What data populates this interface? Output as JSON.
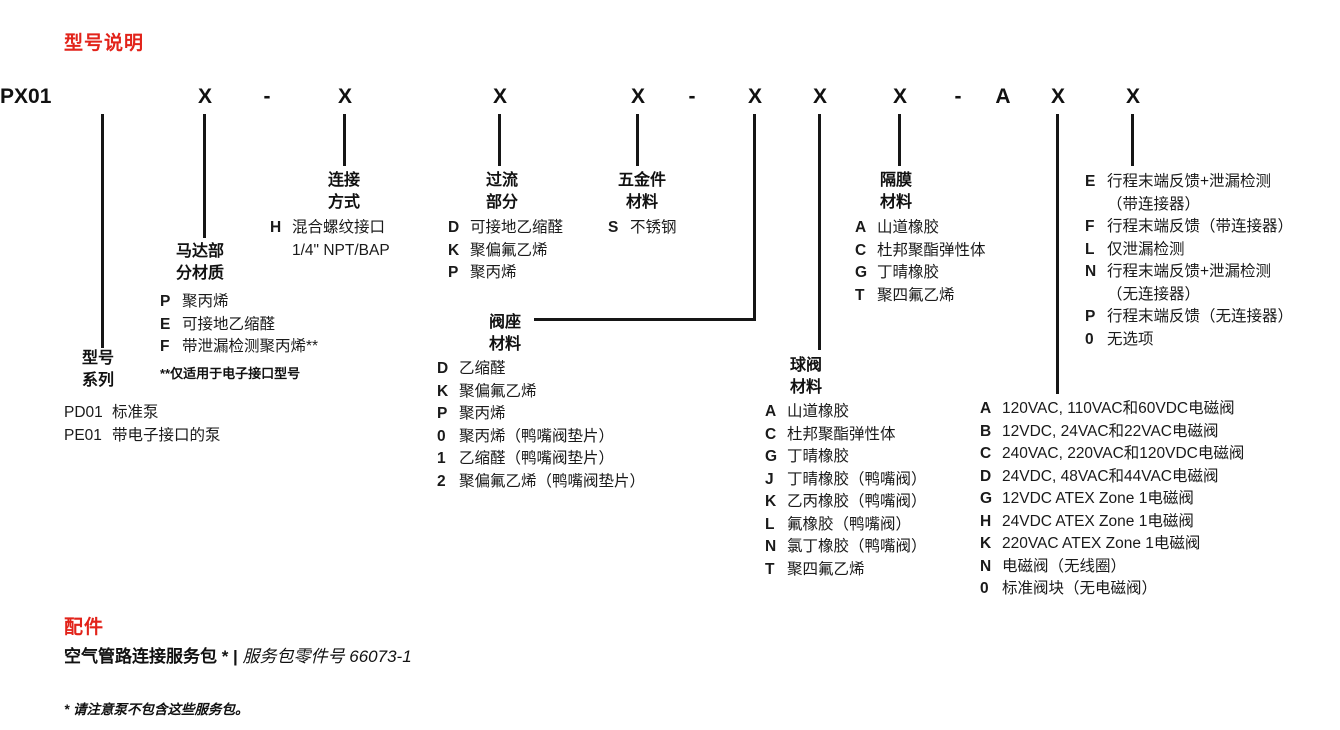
{
  "colors": {
    "accent": "#e2231a",
    "line": "#161616"
  },
  "title": "型号说明",
  "model_code": {
    "prefix": "PX01",
    "chars": [
      "X",
      "-",
      "X",
      "X",
      "X",
      "-",
      "X",
      "X",
      "X",
      "-",
      "A",
      "X",
      "X"
    ]
  },
  "sections": {
    "series": {
      "heading": "型号\n系列",
      "items": [
        {
          "code": "PD01",
          "label": "标准泵"
        },
        {
          "code": "PE01",
          "label": "带电子接口的泵"
        }
      ]
    },
    "motor": {
      "heading": "马达部\n分材质",
      "items": [
        {
          "code": "P",
          "label": "聚丙烯"
        },
        {
          "code": "E",
          "label": "可接地乙缩醛"
        },
        {
          "code": "F",
          "label": "带泄漏检测聚丙烯**"
        }
      ],
      "note": "**仅适用于电子接口型号"
    },
    "connection": {
      "heading": "连接\n方式",
      "items": [
        {
          "code": "H",
          "label": "混合螺纹接口\n1/4\" NPT/BAP"
        }
      ]
    },
    "wetted": {
      "heading": "过流\n部分",
      "items": [
        {
          "code": "D",
          "label": "可接地乙缩醛"
        },
        {
          "code": "K",
          "label": "聚偏氟乙烯"
        },
        {
          "code": "P",
          "label": "聚丙烯"
        }
      ]
    },
    "hardware": {
      "heading": "五金件\n材料",
      "items": [
        {
          "code": "S",
          "label": "不锈钢"
        }
      ]
    },
    "valve_seat": {
      "heading": "阀座\n材料",
      "items": [
        {
          "code": "D",
          "label": "乙缩醛"
        },
        {
          "code": "K",
          "label": "聚偏氟乙烯"
        },
        {
          "code": "P",
          "label": "聚丙烯"
        },
        {
          "code": "0",
          "label": "聚丙烯（鸭嘴阀垫片）"
        },
        {
          "code": "1",
          "label": "乙缩醛（鸭嘴阀垫片）"
        },
        {
          "code": "2",
          "label": "聚偏氟乙烯（鸭嘴阀垫片）"
        }
      ]
    },
    "ball": {
      "heading": "球阀\n材料",
      "items": [
        {
          "code": "A",
          "label": "山道橡胶"
        },
        {
          "code": "C",
          "label": "杜邦聚酯弹性体"
        },
        {
          "code": "G",
          "label": "丁晴橡胶"
        },
        {
          "code": "J",
          "label": "丁晴橡胶（鸭嘴阀）"
        },
        {
          "code": "K",
          "label": "乙丙橡胶（鸭嘴阀）"
        },
        {
          "code": "L",
          "label": "氟橡胶（鸭嘴阀）"
        },
        {
          "code": "N",
          "label": "氯丁橡胶（鸭嘴阀）"
        },
        {
          "code": "T",
          "label": "聚四氟乙烯"
        }
      ]
    },
    "diaphragm": {
      "heading": "隔膜\n材料",
      "items": [
        {
          "code": "A",
          "label": "山道橡胶"
        },
        {
          "code": "C",
          "label": "杜邦聚酯弹性体"
        },
        {
          "code": "G",
          "label": "丁晴橡胶"
        },
        {
          "code": "T",
          "label": "聚四氟乙烯"
        }
      ]
    },
    "solenoid": {
      "items": [
        {
          "code": "A",
          "label": "120VAC, 110VAC和60VDC电磁阀"
        },
        {
          "code": "B",
          "label": "12VDC, 24VAC和22VAC电磁阀"
        },
        {
          "code": "C",
          "label": "240VAC, 220VAC和120VDC电磁阀"
        },
        {
          "code": "D",
          "label": "24VDC, 48VAC和44VAC电磁阀"
        },
        {
          "code": "G",
          "label": "12VDC ATEX Zone 1电磁阀"
        },
        {
          "code": "H",
          "label": "24VDC ATEX Zone 1电磁阀"
        },
        {
          "code": "K",
          "label": "220VAC ATEX Zone 1电磁阀"
        },
        {
          "code": "N",
          "label": "电磁阀（无线圈）"
        },
        {
          "code": "0",
          "label": "标准阀块（无电磁阀）"
        }
      ]
    },
    "feedback": {
      "items": [
        {
          "code": "E",
          "label": "行程末端反馈+泄漏检测\n（带连接器）"
        },
        {
          "code": "F",
          "label": "行程末端反馈（带连接器）"
        },
        {
          "code": "L",
          "label": "仅泄漏检测"
        },
        {
          "code": "N",
          "label": "行程末端反馈+泄漏检测\n（无连接器）"
        },
        {
          "code": "P",
          "label": "行程末端反馈（无连接器）"
        },
        {
          "code": "0",
          "label": "无选项"
        }
      ]
    }
  },
  "accessories": {
    "title": "配件",
    "service_bold": "空气管路连接服务包 * |",
    "service_italic": " 服务包零件号 66073-1",
    "footnote": "* 请注意泵不包含这些服务包。"
  }
}
